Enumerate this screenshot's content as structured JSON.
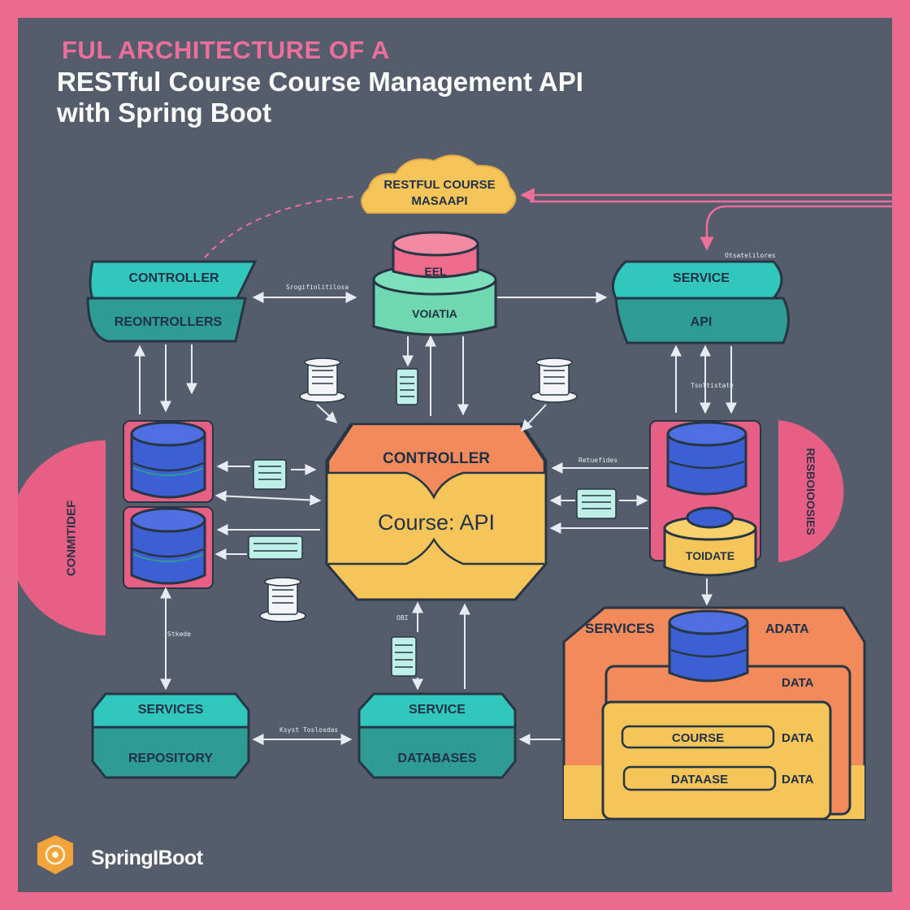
{
  "title": {
    "line1": "FUL ARCHITECTURE OF A",
    "line2": "RESTful Course Course Management API",
    "line3": "with Spring Boot"
  },
  "cloud": {
    "line1": "RESTFUL COURSE",
    "line2": "MASAAPI"
  },
  "top_db": {
    "top": "EEL",
    "bottom": "VOIATIA"
  },
  "controller_box": {
    "top": "CONTROLLER",
    "bottom": "REONTROLLERS"
  },
  "service_box": {
    "top": "SERVICE",
    "bottom": "API"
  },
  "center": {
    "header": "CONTROLLER",
    "main": "Course: API"
  },
  "left_arc": {
    "label": "CONMITIDEF"
  },
  "right_arc": {
    "label": "RESBOIOOSIES"
  },
  "todate": {
    "label": "TOIDATE"
  },
  "services_repo": {
    "top": "SERVICES",
    "bottom": "REPOSITORY"
  },
  "service_db": {
    "top": "SERVICE",
    "bottom": "DATABASES"
  },
  "panel": {
    "services": "SERVICES",
    "adata": "ADATA",
    "data1": "DATA",
    "course": "COURSE",
    "data2": "DATA",
    "dataase": "DATAASE",
    "data3": "DATA"
  },
  "small_labels": {
    "s1": "Srogifinlitilosa",
    "s2": "Otsatelilores",
    "s3": "Tsoltistate",
    "s4": "Retuefides",
    "s5": "Stkede",
    "s6": "Ksyst Toslosdas",
    "s7": "OBI"
  },
  "brand": {
    "name": "SpringIBoot"
  },
  "colors": {
    "frame": "#ea6b8d",
    "background": "#555d6d",
    "teal": "#31c7bd",
    "teal_dark": "#2e9b94",
    "yellow": "#f6c55a",
    "orange": "#f38a5b",
    "pink": "#e85f86",
    "blue": "#3d5fd4"
  }
}
